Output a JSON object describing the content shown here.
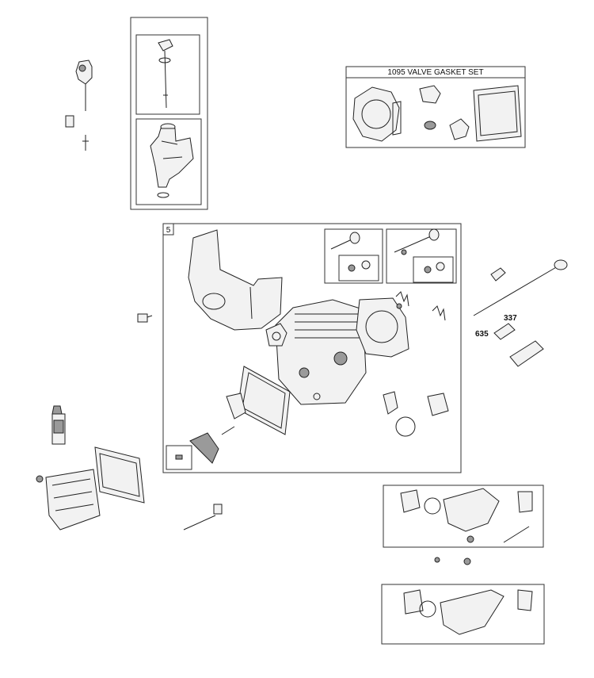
{
  "diagram": {
    "callouts": {
      "valve_gasket_set": "1095 VALVE GASKET SET",
      "cylinder_head_group": "5",
      "part_337": "337",
      "part_635": "635"
    }
  }
}
